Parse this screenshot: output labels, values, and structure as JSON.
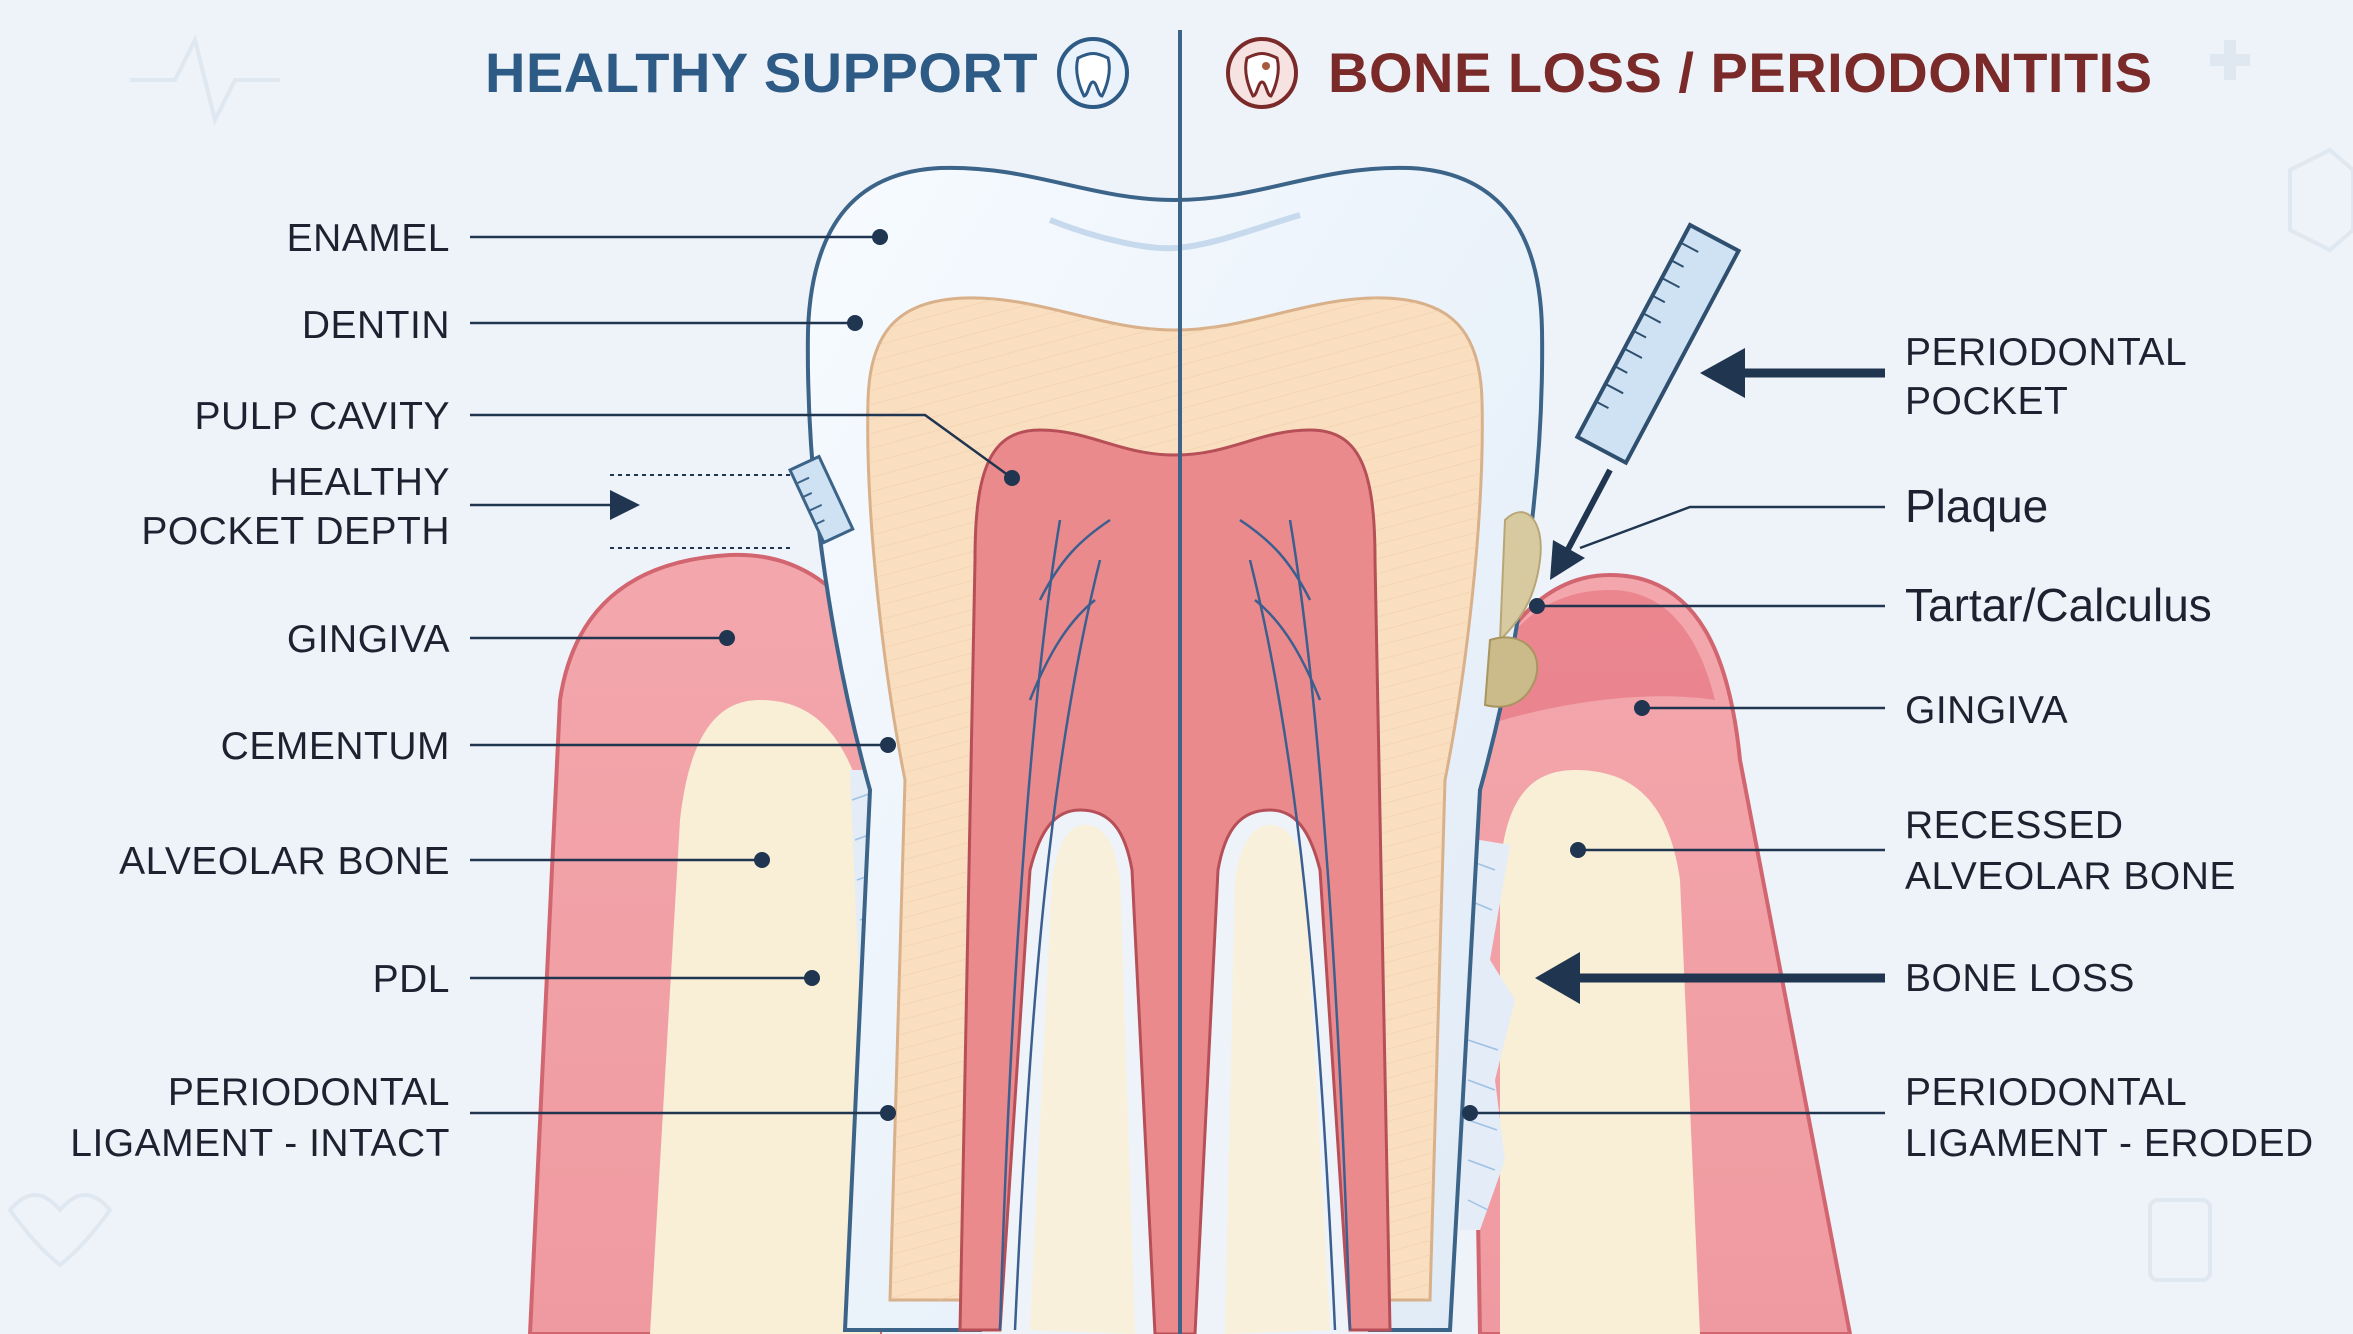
{
  "headers": {
    "healthy": "HEALTHY SUPPORT",
    "disease": "BONE LOSS / PERIODONTITIS"
  },
  "colors": {
    "healthy_title": "#2d5b85",
    "disease_title": "#7b2a2a",
    "gingiva": "#ee9ea4",
    "bone": "#f8efd6",
    "dentin": "#f9dec0",
    "pulp": "#ea8a8c",
    "enamel": "#eaf2fb",
    "background": "#eef3f9",
    "leader": "#1f3550"
  },
  "icons": {
    "healthy": "tooth-icon",
    "disease": "decayed-tooth-icon",
    "healthy_probe": "probe-ruler-icon",
    "disease_probe": "probe-ruler-icon"
  },
  "left_labels": {
    "enamel": "ENAMEL",
    "dentin": "DENTIN",
    "pulp": "PULP CAVITY",
    "pocket_1": "HEALTHY",
    "pocket_2": "POCKET DEPTH",
    "gingiva": "GINGIVA",
    "cementum": "CEMENTUM",
    "bone": "ALVEOLAR BONE",
    "pdl": "PDL",
    "ligament_1": "PERIODONTAL",
    "ligament_2": "LIGAMENT - INTACT"
  },
  "right_labels": {
    "pocket_1": "PERIODONTAL",
    "pocket_2": "POCKET",
    "plaque": "Plaque",
    "tartar": "Tartar/Calculus",
    "gingiva": "GINGIVA",
    "bone_1": "RECESSED",
    "bone_2": "ALVEOLAR BONE",
    "bone_loss": "BONE LOSS",
    "ligament_1": "PERIODONTAL",
    "ligament_2": "LIGAMENT - ERODED"
  }
}
